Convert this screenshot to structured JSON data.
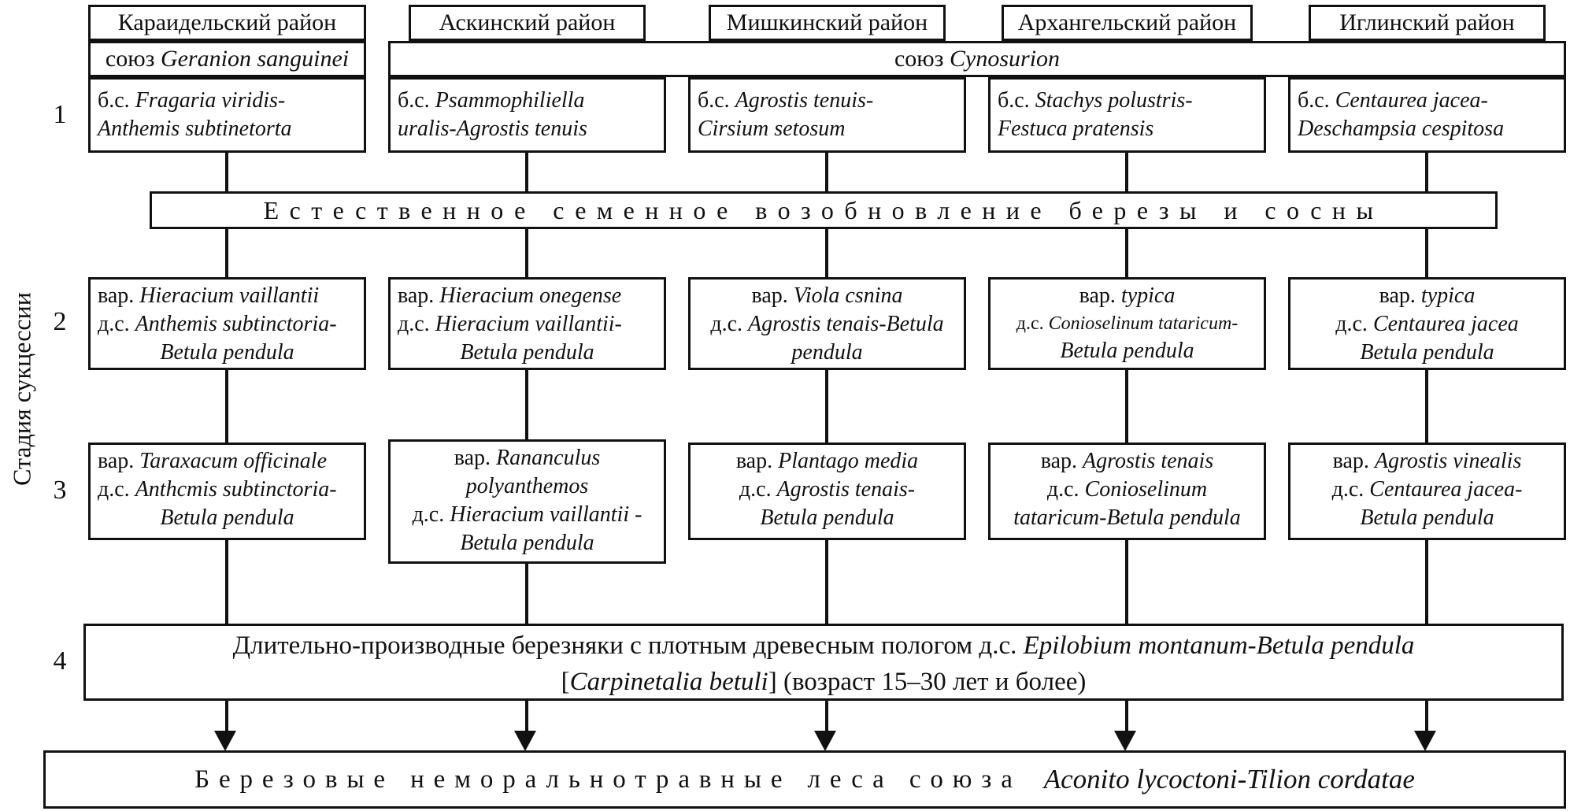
{
  "colors": {
    "ink": "#111111",
    "background": "#ffffff"
  },
  "left_axis": {
    "label": "Стадия сукцессии",
    "stages": [
      "1",
      "2",
      "3",
      "4"
    ]
  },
  "districts": [
    "Караидельский район",
    "Аскинский район",
    "Мишкинский район",
    "Архангельский район",
    "Иглинский район"
  ],
  "unions": {
    "geranion": {
      "lines": [
        {
          "p": "союз ",
          "s": "Geranion sanguinei"
        }
      ]
    },
    "cynosurion": {
      "lines": [
        {
          "p": "союз ",
          "s": "Cynosurion"
        }
      ]
    }
  },
  "stage1": [
    {
      "lines": [
        {
          "p": "б.с. ",
          "s": "Fragaria viridis-"
        },
        {
          "s": "Anthemis subtinetorta"
        }
      ]
    },
    {
      "lines": [
        {
          "p": "б.с. ",
          "s": "Psammophiliella"
        },
        {
          "s": "uralis-Agrostis tenuis"
        }
      ]
    },
    {
      "lines": [
        {
          "p": "б.с. ",
          "s": "Agrostis tenuis-"
        },
        {
          "s": "Cirsium setosum"
        }
      ]
    },
    {
      "lines": [
        {
          "p": "б.с. ",
          "s": "Stachys polustris-"
        },
        {
          "s": "Festuca pratensis"
        }
      ]
    },
    {
      "lines": [
        {
          "p": "б.с. ",
          "s": "Centaurea jacea-"
        },
        {
          "s": "Deschampsia cespitosa"
        }
      ]
    }
  ],
  "banners": {
    "regeneration": "Естественное семенное возобновление березы и сосны"
  },
  "stage2": [
    {
      "lines": [
        {
          "p": "вар. ",
          "s": "Hieracium vaillantii"
        },
        {
          "p": "д.с. ",
          "s": "Anthemis subtinctoria-"
        },
        {
          "s": "Betula pendula",
          "c": 1
        }
      ]
    },
    {
      "lines": [
        {
          "p": "вар. ",
          "s": "Hieracium onegense"
        },
        {
          "p": "д.с. ",
          "s": "Hieracium vaillantii-"
        },
        {
          "s": "Betula pendula",
          "c": 1
        }
      ]
    },
    {
      "lines": [
        {
          "p": "вар. ",
          "s": "Viola csnina"
        },
        {
          "p": "д.с. ",
          "s": "Agrostis tenais-Betula"
        },
        {
          "s": "pendula"
        }
      ]
    },
    {
      "lines": [
        {
          "p": "вар. ",
          "s": "typica"
        },
        {
          "p": "д.с. ",
          "s": "Conioselinum tataricum-",
          "sm": 1
        },
        {
          "s": "Betula pendula"
        }
      ]
    },
    {
      "lines": [
        {
          "p": "вар. ",
          "s": "typica"
        },
        {
          "p": "д.с. ",
          "s": "Centaurea jacea"
        },
        {
          "s": "Betula pendula"
        }
      ]
    }
  ],
  "stage3": [
    {
      "lines": [
        {
          "p": "вар. ",
          "s": "Taraxacum officinale"
        },
        {
          "p": "д.с. ",
          "s": "Anthcmis subtinctoria-"
        },
        {
          "s": "Betula pendula",
          "c": 1
        }
      ]
    },
    {
      "lines": [
        {
          "p": "вар. ",
          "s": "Rananculus"
        },
        {
          "s": "polyanthemos"
        },
        {
          "p": "д.с. ",
          "s": "Hieracium vaillantii -"
        },
        {
          "s": "Betula pendula"
        }
      ]
    },
    {
      "lines": [
        {
          "p": "вар. ",
          "s": "Plantago media"
        },
        {
          "p": "д.с. ",
          "s": "Agrostis tenais-"
        },
        {
          "s": "Betula pendula"
        }
      ]
    },
    {
      "lines": [
        {
          "p": "вар. ",
          "s": "Agrostis tenais"
        },
        {
          "p": "д.с. ",
          "s": "Conioselinum"
        },
        {
          "s": "tataricum-Betula pendula"
        }
      ]
    },
    {
      "lines": [
        {
          "p": "вар. ",
          "s": "Agrostis vinealis"
        },
        {
          "p": "д.с. ",
          "s": "Centaurea jacea-"
        },
        {
          "s": "Betula pendula"
        }
      ]
    }
  ],
  "stage4": {
    "lines": [
      {
        "p": "Длительно-производные березняки с плотным древесным пологом д.с. ",
        "s": "Epilobium montanum-Betula pendula"
      },
      {
        "p": "[",
        "s": "Carpinetalia betuli",
        "t": "] (возраст 15–30 лет и более)"
      }
    ]
  },
  "final_banner": {
    "text": "Березовые неморальнотравные леса союза",
    "species": "Aconito lycoctoni-Tilion cordatae"
  }
}
